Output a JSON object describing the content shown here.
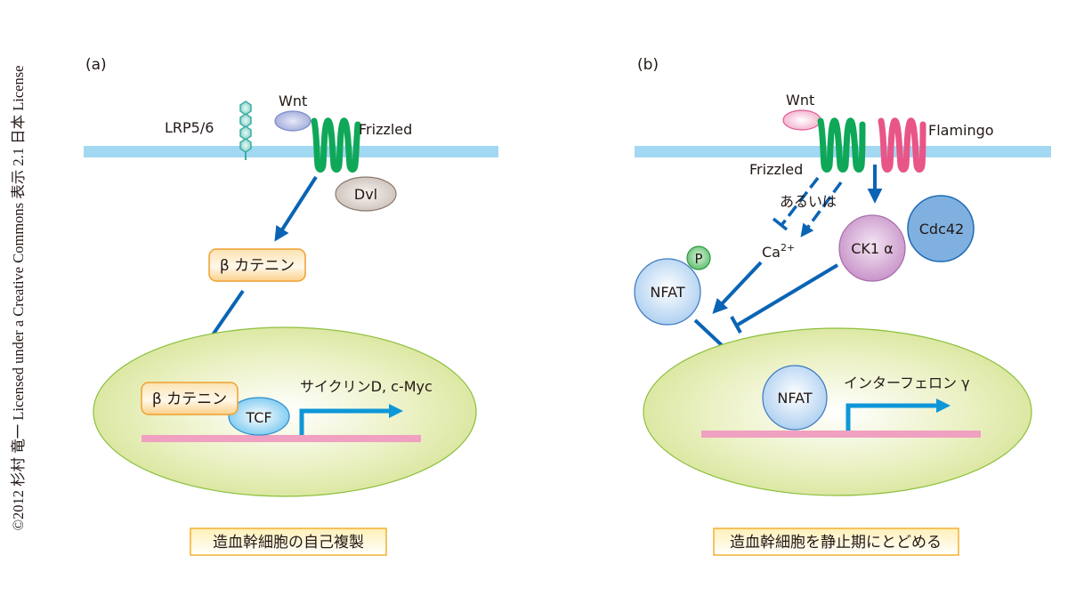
{
  "copyright": "©2012 杉村 竜一 Licensed under a Creative Commons 表示 2.1 日本 License",
  "colors": {
    "membrane": "#a3d8f2",
    "frizzled": "#0ea858",
    "flamingo": "#e85586",
    "arrow": "#0a64b4",
    "gene_arrow": "#0e97d8",
    "dna": "#f0a0c0",
    "nucleus_fill": "#dfe8a8",
    "nucleus_edge": "#8dbf3c",
    "label_box_fill": "#fff4cc",
    "label_box_edge": "#f4b030"
  },
  "panel_a": {
    "label": "(a)",
    "lrp_label": "LRP5/6",
    "wnt_label": "Wnt",
    "frizzled_label": "Frizzled",
    "dvl_label": "Dvl",
    "beta_catenin_label": "β カテニン",
    "beta_catenin_nuclear_label": "β カテニン",
    "tcf_label": "TCF",
    "target_genes_label": "サイクリンD, c-Myc",
    "outcome_label": "造血幹細胞の自己複製"
  },
  "panel_b": {
    "label": "(b)",
    "wnt_label": "Wnt",
    "frizzled_label": "Frizzled",
    "flamingo_label": "Flamingo",
    "or_label": "あるいは",
    "calcium_label": "Ca",
    "calcium_sup": "2+",
    "ck1_label": "CK1 α",
    "cdc42_label": "Cdc42",
    "p_label": "P",
    "nfat_label": "NFAT",
    "nfat_nuclear_label": "NFAT",
    "target_gene_label": "インターフェロン γ",
    "outcome_label": "造血幹細胞を静止期にとどめる"
  }
}
